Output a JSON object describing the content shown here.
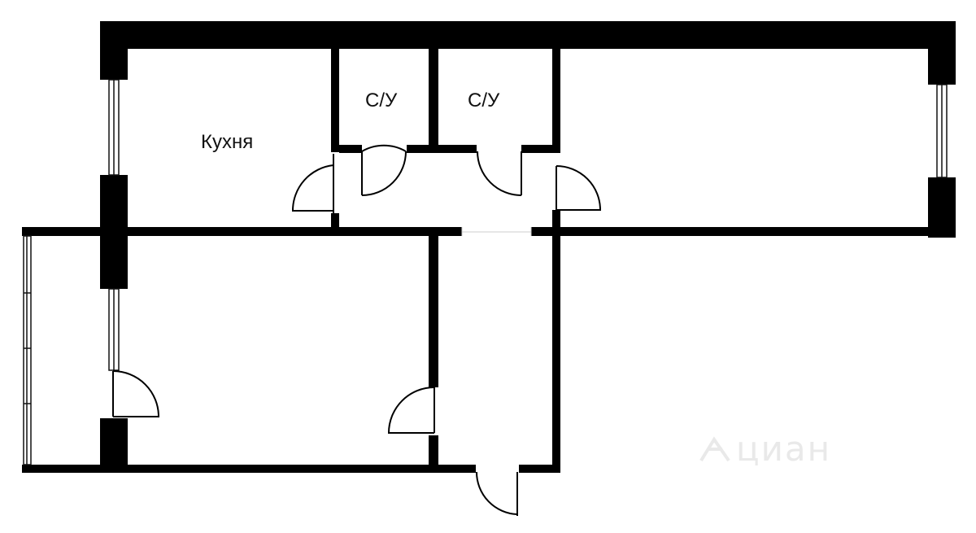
{
  "rooms": {
    "kitchen": "Кухня",
    "bathroom_1": "С/У",
    "bathroom_2": "С/У"
  },
  "watermark": "циан",
  "colors": {
    "wall": "#000000",
    "line": "#111111",
    "window": "#ffffff",
    "background": "#ffffff",
    "watermark": "#e9e9e9"
  },
  "icons": [
    "door-swing-icon",
    "window-icon",
    "watermark-logo-icon"
  ]
}
